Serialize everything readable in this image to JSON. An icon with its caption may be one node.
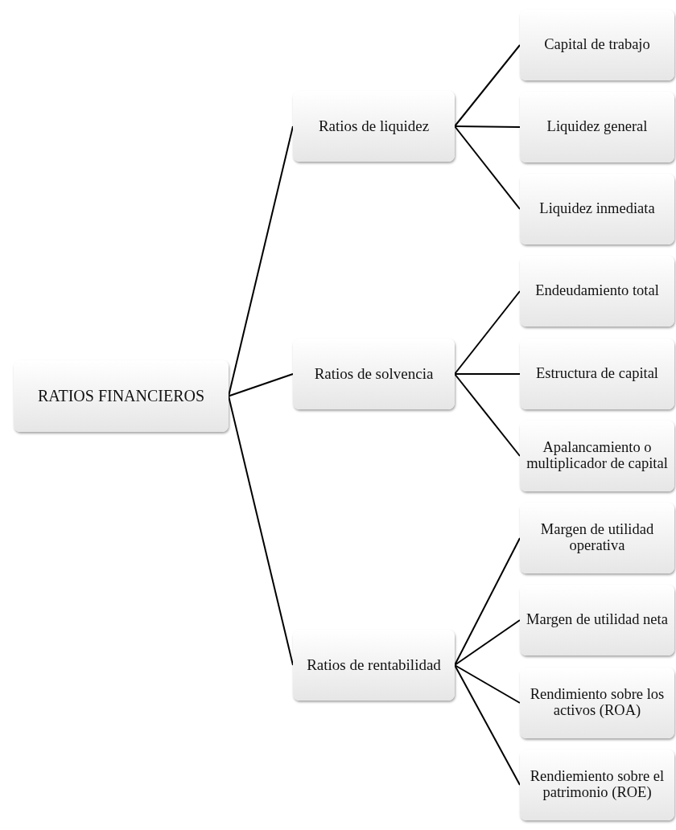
{
  "diagram": {
    "nodes": [
      {
        "text": [
          "RATIOS FINANCIEROS"
        ]
      },
      {
        "text": [
          "Ratios de liquidez"
        ]
      },
      {
        "text": [
          "Capital de trabajo"
        ]
      },
      {
        "text": [
          "Liquidez general"
        ]
      },
      {
        "text": [
          "Liquidez inmediata"
        ]
      },
      {
        "text": [
          "Ratios de solvencia"
        ]
      },
      {
        "text": [
          "Endeudamiento total"
        ]
      },
      {
        "text": [
          "Estructura de capital"
        ]
      },
      {
        "text": [
          "Apalancamiento o multiplicador de capital"
        ]
      },
      {
        "text": [
          "Ratios de rentabilidad"
        ]
      },
      {
        "text": [
          "Margen de utilidad operativa"
        ]
      },
      {
        "text": [
          "Margen de utilidad neta"
        ]
      },
      {
        "text": [
          "Rendimiento sobre los activos (ROA)"
        ]
      },
      {
        "text": [
          "Rendiemiento sobre el patrimonio (ROE)"
        ]
      }
    ],
    "edges": [
      {
        "from": 0,
        "to": 1,
        "arrow": "none"
      },
      {
        "from": 0,
        "to": 5,
        "arrow": "none"
      },
      {
        "from": 0,
        "to": 9,
        "arrow": "none"
      },
      {
        "from": 1,
        "to": 2,
        "arrow": "none"
      },
      {
        "from": 1,
        "to": 3,
        "arrow": "none"
      },
      {
        "from": 1,
        "to": 4,
        "arrow": "none"
      },
      {
        "from": 5,
        "to": 6,
        "arrow": "none"
      },
      {
        "from": 5,
        "to": 7,
        "arrow": "none"
      },
      {
        "from": 5,
        "to": 8,
        "arrow": "none"
      },
      {
        "from": 9,
        "to": 10,
        "arrow": "none"
      },
      {
        "from": 9,
        "to": 11,
        "arrow": "none"
      },
      {
        "from": 9,
        "to": 12,
        "arrow": "none"
      },
      {
        "from": 9,
        "to": 13,
        "arrow": "none"
      }
    ]
  }
}
